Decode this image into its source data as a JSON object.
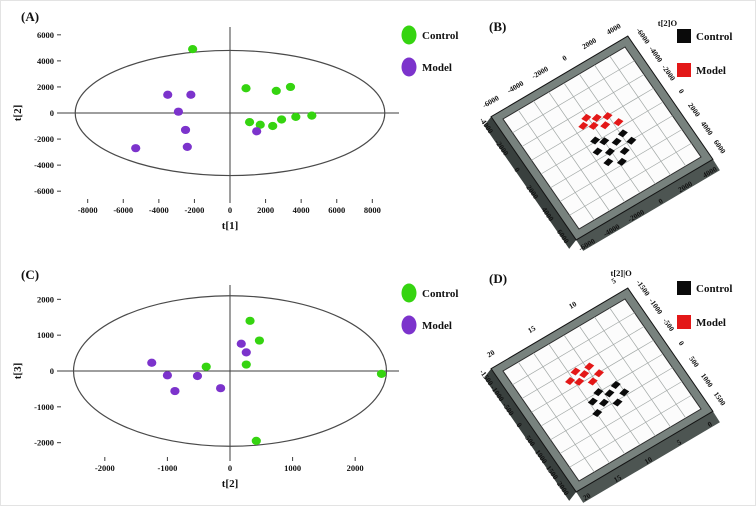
{
  "figure": {
    "description": "Four-panel multivariate score plot figure",
    "panels": [
      "A",
      "B",
      "C",
      "D"
    ]
  },
  "chart_data": [
    {
      "id": "A",
      "type": "scatter",
      "panel_label": "(A)",
      "xlabel": "t[1]",
      "ylabel": "t[2]",
      "xlim": [
        -9500,
        9500
      ],
      "ylim": [
        -6600,
        6600
      ],
      "xticks": [
        -8000,
        -6000,
        -4000,
        -2000,
        0,
        2000,
        4000,
        6000,
        8000
      ],
      "yticks": [
        -6000,
        -4000,
        -2000,
        0,
        2000,
        4000,
        6000
      ],
      "ellipse": {
        "cx": 0,
        "cy": 0,
        "rx": 8700,
        "ry": 4800
      },
      "legend": [
        {
          "label": "Control",
          "color": "#35d410",
          "shape": "ellipse"
        },
        {
          "label": "Model",
          "color": "#7c33cc",
          "shape": "ellipse"
        }
      ],
      "series": [
        {
          "name": "Control",
          "color": "#35d410",
          "points": [
            [
              -2100,
              4900
            ],
            [
              900,
              1900
            ],
            [
              2600,
              1700
            ],
            [
              3400,
              2000
            ],
            [
              1100,
              -700
            ],
            [
              1700,
              -900
            ],
            [
              2400,
              -1000
            ],
            [
              2900,
              -500
            ],
            [
              3700,
              -300
            ],
            [
              4600,
              -200
            ]
          ]
        },
        {
          "name": "Model",
          "color": "#7c33cc",
          "points": [
            [
              -3500,
              1400
            ],
            [
              -2200,
              1400
            ],
            [
              -2900,
              100
            ],
            [
              -2500,
              -1300
            ],
            [
              -5300,
              -2700
            ],
            [
              -2400,
              -2600
            ],
            [
              1500,
              -1400
            ]
          ]
        }
      ]
    },
    {
      "id": "B",
      "type": "scatter3d",
      "panel_label": "(B)",
      "plane_title": "t[2]O",
      "legend": [
        {
          "label": "Control",
          "color": "#0a0a0a",
          "shape": "square"
        },
        {
          "label": "Model",
          "color": "#e31818",
          "shape": "square"
        }
      ],
      "ticks": {
        "TL": [
          "-6000",
          "-4000",
          "-2000",
          "0",
          "2000",
          "4000"
        ],
        "TR": [
          "-6000",
          "-4000",
          "-2000",
          "0",
          "2000",
          "4000",
          "6000"
        ],
        "BL": [
          "-4000",
          "-2000",
          "0",
          "2000",
          "4000",
          "6000"
        ],
        "BR": [
          "-6000",
          "-4000",
          "-2000",
          "0",
          "2000",
          "4000"
        ]
      },
      "series": [
        {
          "name": "Control",
          "color": "#0a0a0a",
          "points": [
            [
              0.55,
              0.64
            ],
            [
              0.63,
              0.66
            ],
            [
              0.58,
              0.57
            ],
            [
              0.67,
              0.58
            ],
            [
              0.53,
              0.5
            ],
            [
              0.62,
              0.49
            ],
            [
              0.57,
              0.42
            ],
            [
              0.49,
              0.45
            ],
            [
              0.68,
              0.44
            ],
            [
              0.73,
              0.52
            ]
          ]
        },
        {
          "name": "Model",
          "color": "#e31818",
          "points": [
            [
              0.38,
              0.62
            ],
            [
              0.46,
              0.66
            ],
            [
              0.35,
              0.55
            ],
            [
              0.43,
              0.57
            ],
            [
              0.31,
              0.49
            ],
            [
              0.39,
              0.5
            ],
            [
              0.35,
              0.44
            ]
          ]
        }
      ]
    },
    {
      "id": "C",
      "type": "scatter",
      "panel_label": "(C)",
      "xlabel": "t[2]",
      "ylabel": "t[3]",
      "xlim": [
        -2700,
        2700
      ],
      "ylim": [
        -2400,
        2400
      ],
      "xticks": [
        -2000,
        -1000,
        0,
        1000,
        2000
      ],
      "yticks": [
        -2000,
        -1000,
        0,
        1000,
        2000
      ],
      "ellipse": {
        "cx": 0,
        "cy": 0,
        "rx": 2500,
        "ry": 2100
      },
      "legend": [
        {
          "label": "Control",
          "color": "#35d410",
          "shape": "ellipse"
        },
        {
          "label": "Model",
          "color": "#7c33cc",
          "shape": "ellipse"
        }
      ],
      "series": [
        {
          "name": "Control",
          "color": "#35d410",
          "points": [
            [
              320,
              1400
            ],
            [
              470,
              850
            ],
            [
              260,
              180
            ],
            [
              -380,
              120
            ],
            [
              420,
              -1950
            ],
            [
              2420,
              -80
            ]
          ]
        },
        {
          "name": "Model",
          "color": "#7c33cc",
          "points": [
            [
              -1250,
              230
            ],
            [
              -1000,
              -120
            ],
            [
              -880,
              -560
            ],
            [
              -520,
              -140
            ],
            [
              180,
              760
            ],
            [
              260,
              520
            ],
            [
              -150,
              -480
            ]
          ]
        }
      ]
    },
    {
      "id": "D",
      "type": "scatter3d",
      "panel_label": "(D)",
      "plane_title": "t[2]|O",
      "legend": [
        {
          "label": "Control",
          "color": "#0a0a0a",
          "shape": "square"
        },
        {
          "label": "Model",
          "color": "#e31818",
          "shape": "square"
        }
      ],
      "ticks": {
        "TL": [
          "20",
          "15",
          "10",
          "5"
        ],
        "TR": [
          "-1500",
          "-1000",
          "-500",
          "0",
          "500",
          "1000",
          "1500"
        ],
        "BL": [
          "-1500",
          "-1000",
          "-500",
          "0",
          "500",
          "1000",
          "1500",
          "2000"
        ],
        "BR": [
          "20",
          "15",
          "10",
          "5",
          "0"
        ]
      },
      "series": [
        {
          "name": "Control",
          "color": "#0a0a0a",
          "points": [
            [
              0.52,
              0.6
            ],
            [
              0.6,
              0.62
            ],
            [
              0.55,
              0.53
            ],
            [
              0.64,
              0.54
            ],
            [
              0.5,
              0.47
            ],
            [
              0.59,
              0.46
            ],
            [
              0.54,
              0.4
            ],
            [
              0.63,
              0.38
            ]
          ]
        },
        {
          "name": "Model",
          "color": "#e31818",
          "points": [
            [
              0.3,
              0.52
            ],
            [
              0.38,
              0.55
            ],
            [
              0.33,
              0.46
            ],
            [
              0.41,
              0.48
            ],
            [
              0.28,
              0.42
            ],
            [
              0.36,
              0.4
            ],
            [
              0.32,
              0.35
            ]
          ]
        }
      ]
    }
  ]
}
